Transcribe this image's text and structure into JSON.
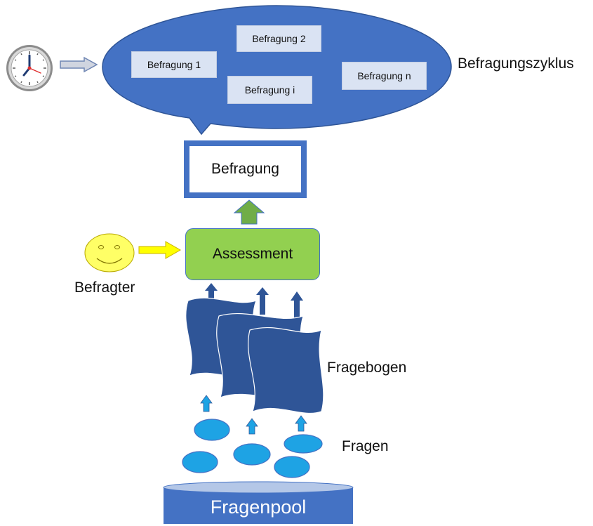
{
  "cycle": {
    "label": "Befragungszyklus",
    "items": [
      "Befragung 1",
      "Befragung 2",
      "Befragung i",
      "Befragung n"
    ]
  },
  "befragung_label": "Befragung",
  "assessment_label": "Assessment",
  "befragter_label": "Befragter",
  "fragebogen_label": "Fragebogen",
  "fragen_label": "Fragen",
  "fragenpool_label": "Fragenpool",
  "colors": {
    "blue_dark": "#4472c4",
    "navy": "#2f5597",
    "light_blue": "#dae3f3",
    "green": "#92d050",
    "yellow": "#ffff66",
    "cyan": "#1ea3e4"
  }
}
